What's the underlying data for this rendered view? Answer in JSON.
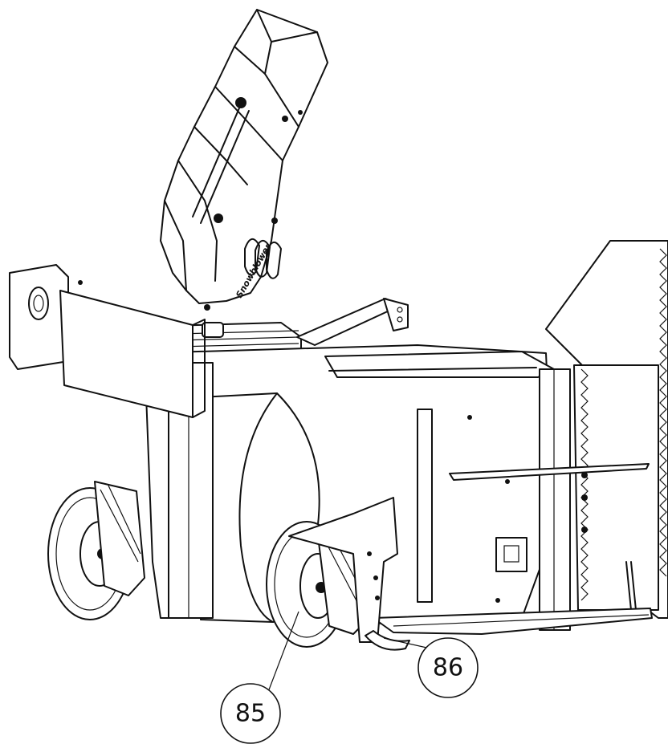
{
  "callouts": [
    {
      "id": "85",
      "label": "85"
    },
    {
      "id": "86",
      "label": "86"
    }
  ],
  "brand_mark": "Snowblower"
}
